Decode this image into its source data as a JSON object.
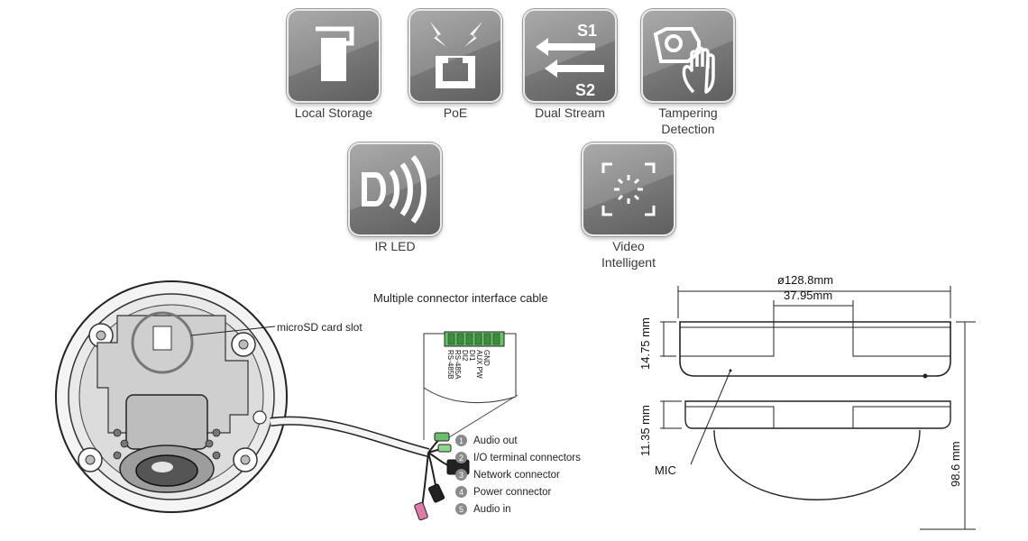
{
  "features": [
    {
      "icon": "sd-card-icon",
      "label": "Local Storage"
    },
    {
      "icon": "poe-port-icon",
      "label": "PoE"
    },
    {
      "icon": "dual-stream-icon",
      "label": "Dual Stream",
      "s1": "S1",
      "s2": "S2"
    },
    {
      "icon": "tampering-hand-icon",
      "label": "Tampering",
      "label2": "Detection"
    },
    {
      "icon": "ir-led-icon",
      "label": "IR LED"
    },
    {
      "icon": "video-analytics-icon",
      "label": "Video",
      "label2": "Intelligent"
    }
  ],
  "connectors": {
    "title": "Multiple connector interface cable",
    "sd_slot": "microSD card slot",
    "terminal_pins": [
      "GND",
      "AUX PW",
      "DI1",
      "DI2",
      "RS-485A",
      "RS-485B"
    ],
    "legend": [
      {
        "num": "1",
        "label": "Audio out"
      },
      {
        "num": "2",
        "label": "I/O terminal connectors"
      },
      {
        "num": "3",
        "label": "Network connector"
      },
      {
        "num": "4",
        "label": "Power connector"
      },
      {
        "num": "5",
        "label": "Audio in"
      }
    ]
  },
  "dimensions": {
    "diameter": "ø128.8mm",
    "inner_width": "37.95mm",
    "top_height": "14.75 mm",
    "mid_height": "11.35 mm",
    "total_height": "98.6 mm",
    "mic": "MIC"
  }
}
